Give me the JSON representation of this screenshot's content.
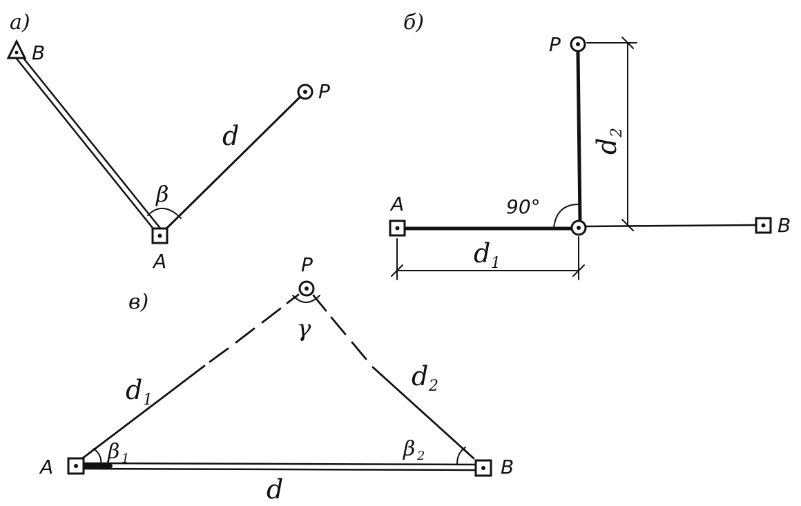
{
  "colors": {
    "ink": "#111111",
    "background": "#ffffff"
  },
  "panel_a": {
    "label": "a)",
    "point_B": "B",
    "point_A": "A",
    "point_P": "P",
    "distance": "d",
    "angle": "β"
  },
  "panel_b": {
    "label": "б)",
    "point_P": "P",
    "point_A": "A",
    "point_B": "B",
    "angle": "90°",
    "d1": "d",
    "d1_sub": "1",
    "d2": "d",
    "d2_sub": "2"
  },
  "panel_c": {
    "label": "в)",
    "point_P": "P",
    "point_A": "A",
    "point_B": "B",
    "angle_gamma": "γ",
    "d1": "d",
    "d1_sub": "1",
    "d2": "d",
    "d2_sub": "2",
    "distance": "d",
    "beta1": "β",
    "beta1_sub": "1",
    "beta2": "β",
    "beta2_sub": "2"
  }
}
